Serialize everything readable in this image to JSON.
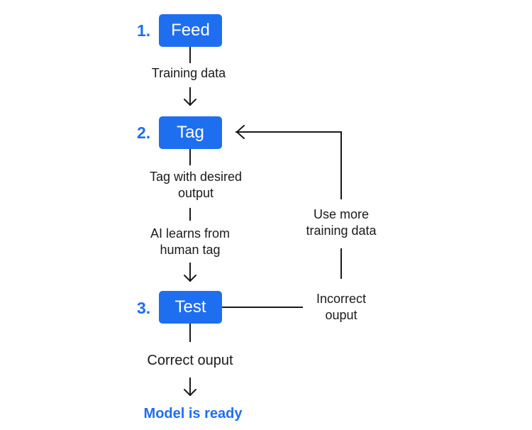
{
  "steps": [
    {
      "number": "1.",
      "label": "Feed"
    },
    {
      "number": "2.",
      "label": "Tag"
    },
    {
      "number": "3.",
      "label": "Test"
    }
  ],
  "edge_labels": {
    "training_data": "Training data",
    "tag_desired": [
      "Tag with desired",
      "output"
    ],
    "ai_learns": [
      "AI learns from",
      "human tag"
    ],
    "correct_output": "Correct ouput",
    "incorrect_output": [
      "Incorrect",
      "ouput"
    ],
    "more_training": [
      "Use more",
      "training data"
    ]
  },
  "final": "Model is ready",
  "colors": {
    "accent": "#1e6ef0",
    "text": "#1a1a1a",
    "line": "#1a1a1a",
    "box_text": "#ffffff"
  }
}
